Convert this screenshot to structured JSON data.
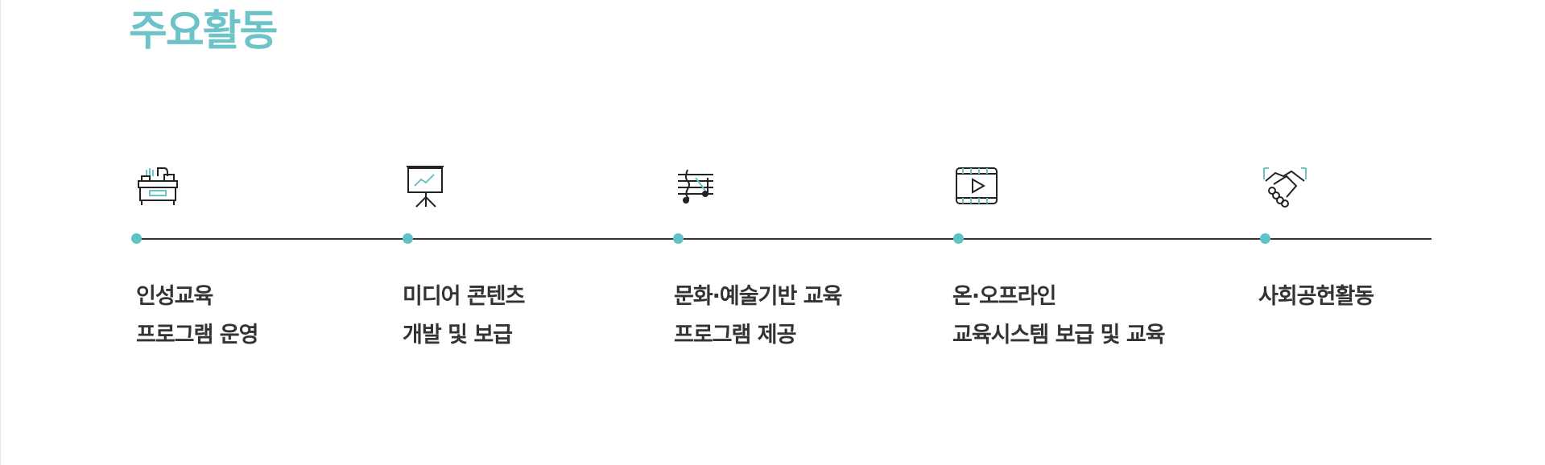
{
  "section": {
    "title": "주요활동"
  },
  "colors": {
    "accent": "#6cc4c9",
    "dot": "#5fc2c6",
    "text": "#333333",
    "line": "#333333"
  },
  "activities": [
    {
      "icon": "desk-icon",
      "line1": "인성교육",
      "line2": "프로그램 운영"
    },
    {
      "icon": "presentation-board-icon",
      "line1": "미디어 콘텐츠",
      "line2": "개발 및 보급"
    },
    {
      "icon": "music-notes-icon",
      "line1": "문화·예술기반 교육",
      "line2": "프로그램 제공"
    },
    {
      "icon": "video-play-icon",
      "line1": "온·오프라인",
      "line2": "교육시스템  보급 및 교육"
    },
    {
      "icon": "handshake-icon",
      "line1": "사회공헌활동",
      "line2": ""
    }
  ]
}
